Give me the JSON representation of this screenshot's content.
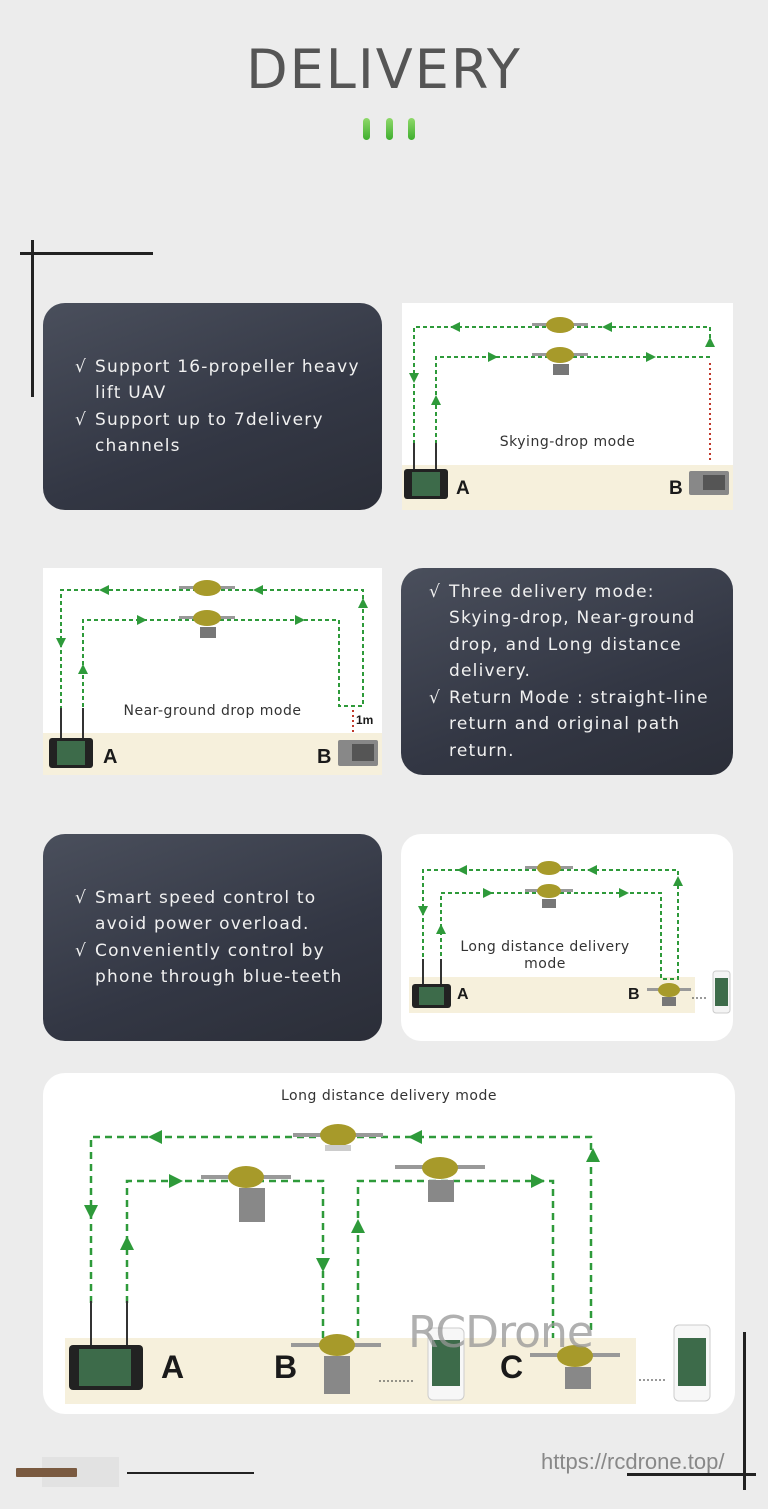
{
  "header": {
    "title": "DELIVERY",
    "accent_color": "#4cbb3a"
  },
  "features": [
    {
      "bullet": "√",
      "items": [
        "Support 16-propeller heavy\n lift UAV",
        "Support up to 7delivery\nchannels"
      ]
    },
    {
      "bullet": "√",
      "items": [
        "Three delivery mode:\nSkying-drop, Near-ground\ndrop, and Long distance\ndelivery.",
        "Return Mode : straight-line\n return and original path\n return."
      ]
    },
    {
      "bullet": "√",
      "items": [
        "Smart speed control to\navoid power overload.",
        "Conveniently control by\nphone through blue-teeth"
      ]
    }
  ],
  "diagrams": {
    "skying_drop": {
      "caption": "Skying-drop mode",
      "point_a": "A",
      "point_b": "B"
    },
    "near_ground": {
      "caption": "Near-ground drop mode",
      "point_a": "A",
      "point_b": "B",
      "height_label": "1m"
    },
    "long_distance_small": {
      "caption": "Long distance delivery\nmode",
      "point_a": "A",
      "point_b": "B"
    },
    "long_distance_large": {
      "caption": "Long distance delivery mode",
      "point_a": "A",
      "point_b": "B",
      "point_c": "C"
    }
  },
  "colors": {
    "path_green": "#2e9a3a",
    "drop_red": "#c0392b",
    "ground": "#f6f0dc",
    "card_dark": "#363a46"
  },
  "watermark": "RCDrone",
  "footer": {
    "url": "https://rcdrone.top/"
  }
}
